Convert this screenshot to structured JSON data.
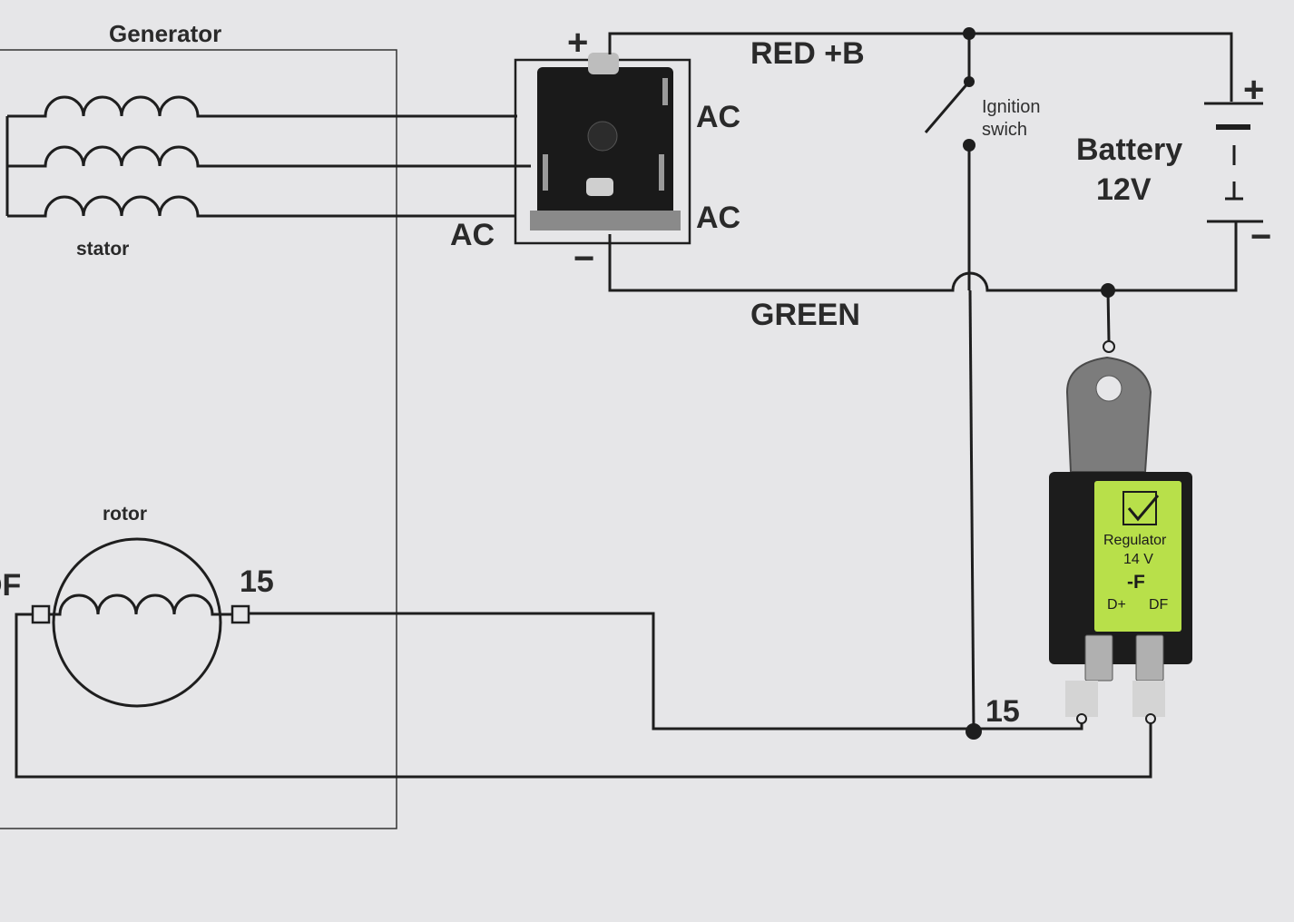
{
  "labels": {
    "generator": "Generator",
    "stator": "stator",
    "rotor": "rotor",
    "df": "DF",
    "rotor_15": "15",
    "switch_15": "15",
    "red_b": "RED +B",
    "green": "GREEN",
    "ac_left": "AC",
    "ac_top": "AC",
    "ac_bottom": "AC",
    "rectifier_plus": "+",
    "rectifier_minus": "−",
    "ignition_line1": "Ignition",
    "ignition_line2": "swich",
    "battery_line1": "Battery",
    "battery_line2": "12V",
    "battery_plus": "+",
    "battery_minus": "−"
  },
  "regulator": {
    "title": "Regulator",
    "voltage": "14 V",
    "type": "-F",
    "terminal_left": "D+",
    "terminal_right": "DF"
  },
  "colors": {
    "paper": "#e6e6e8",
    "ink": "#1e1e1e",
    "regulator_label": "#b8e04a",
    "regulator_body": "#1c1c1c"
  }
}
